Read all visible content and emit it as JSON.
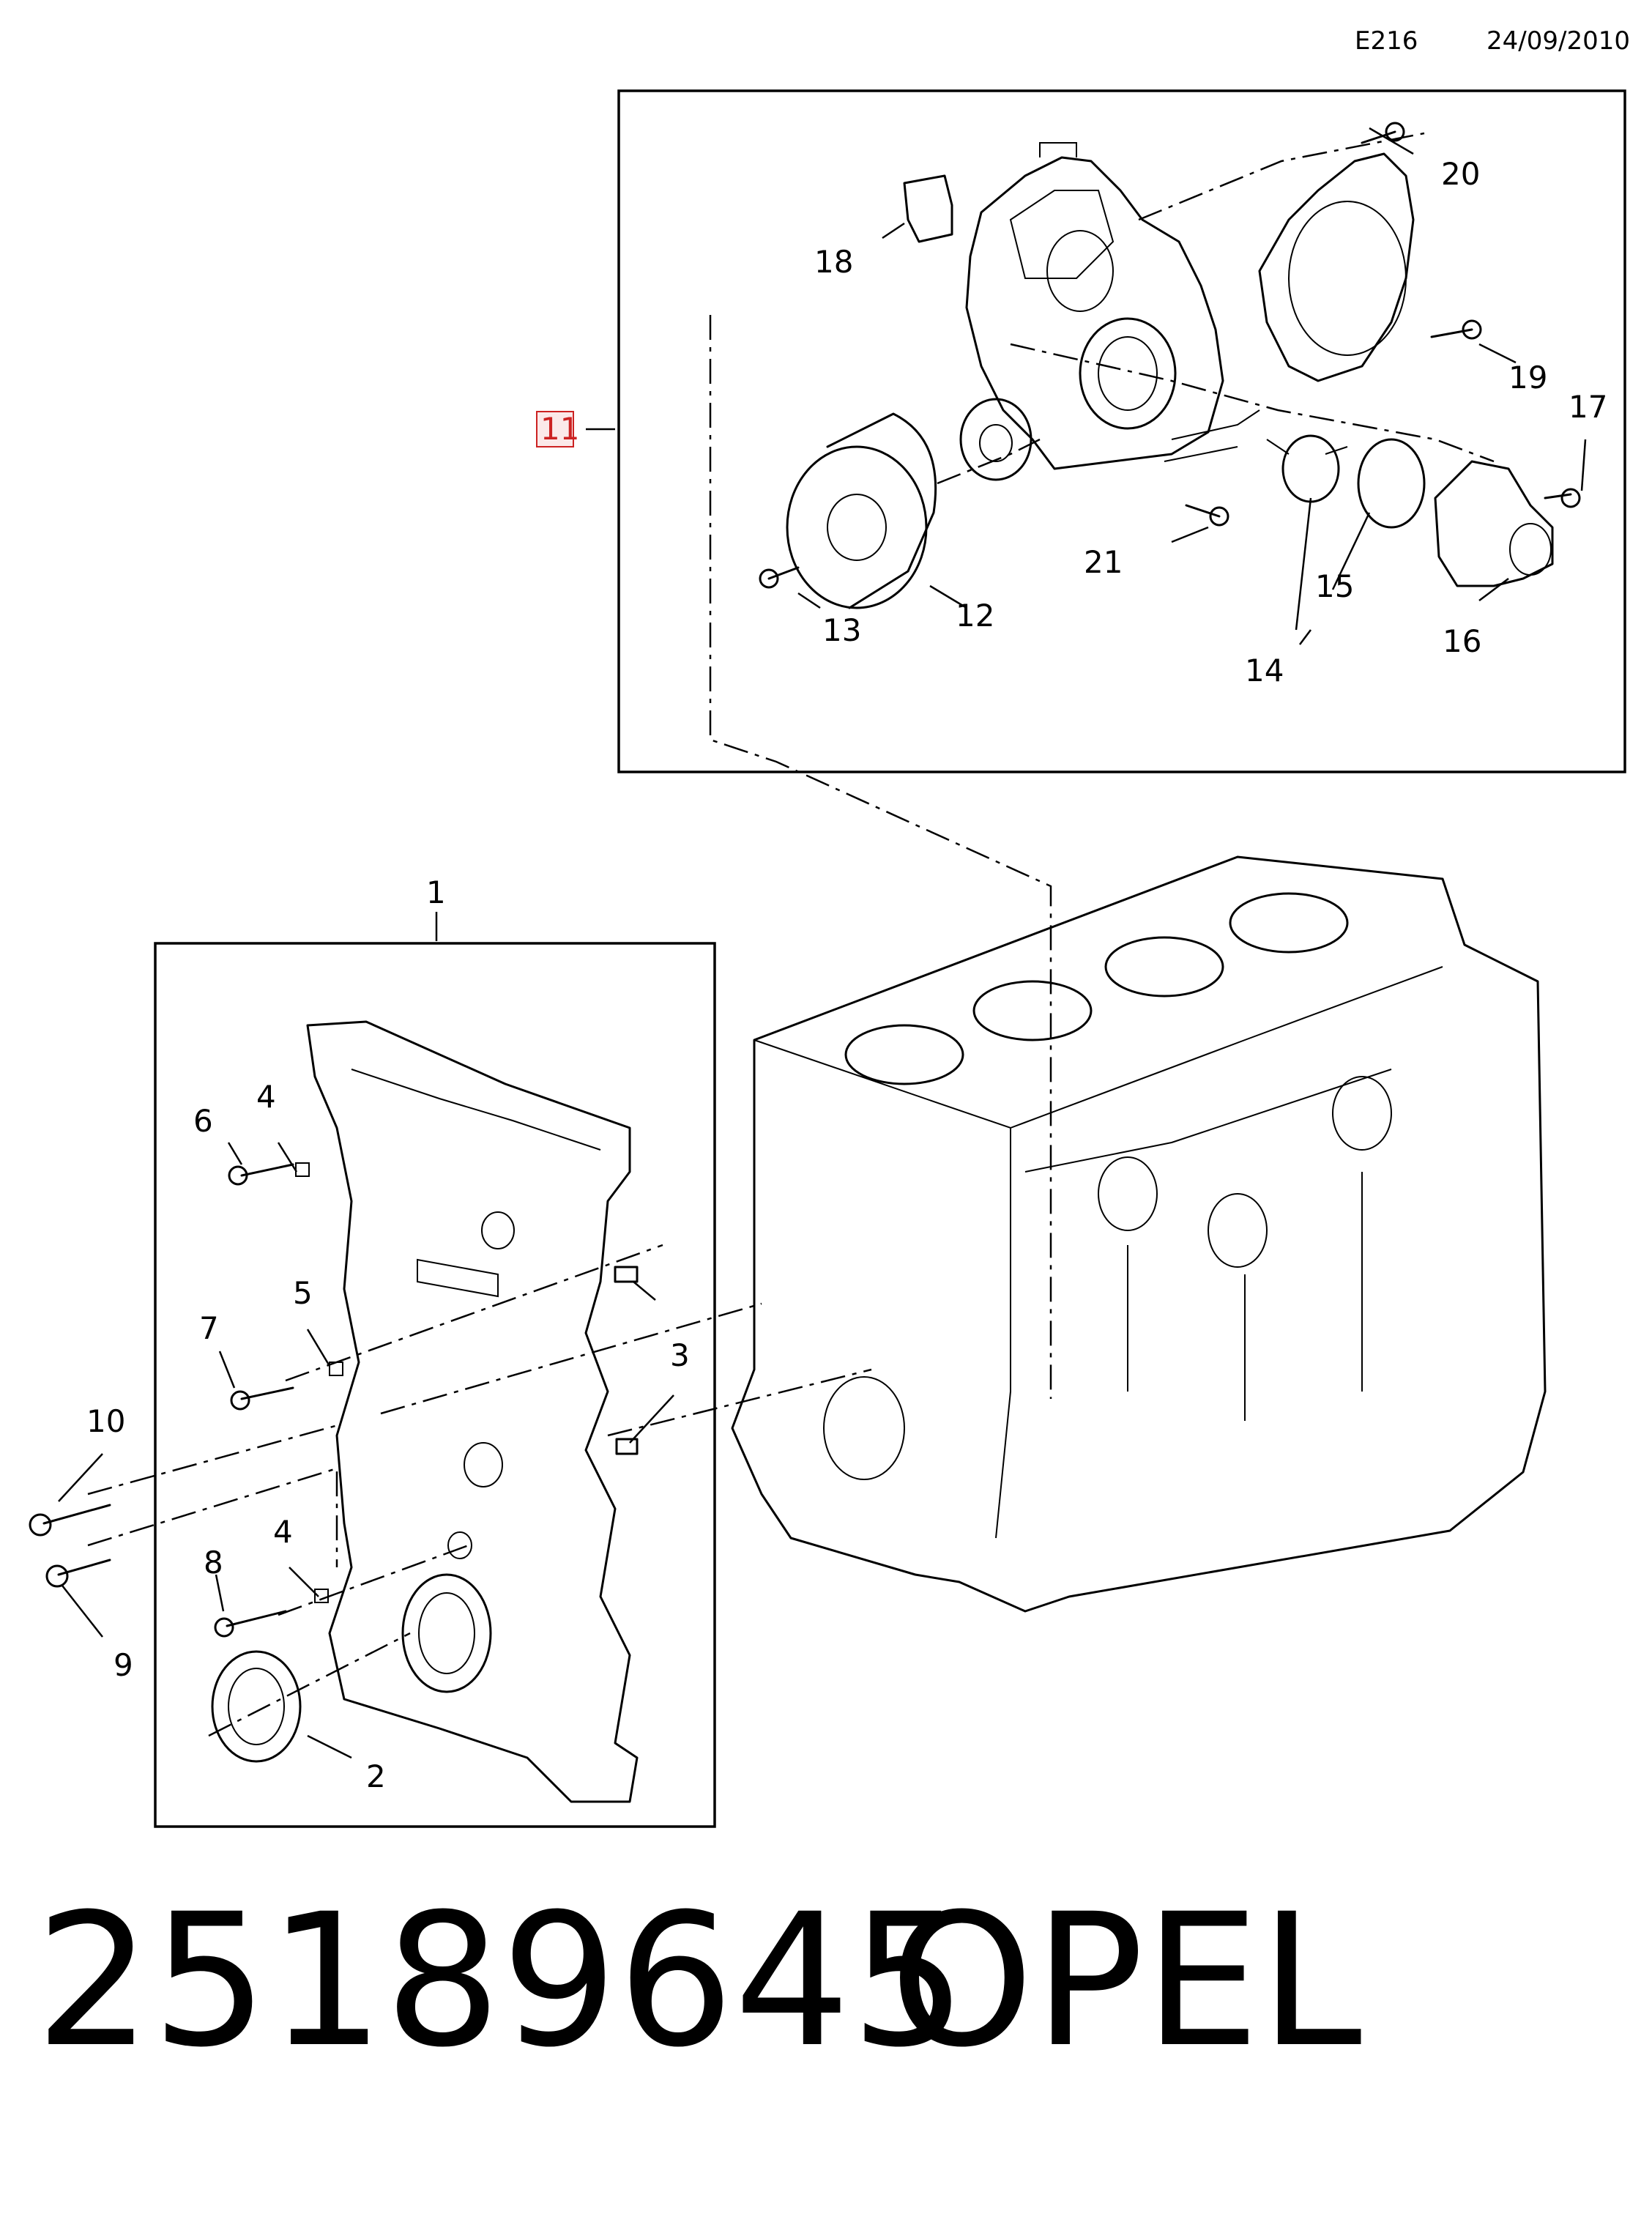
{
  "header": {
    "code": "E216",
    "date": "24/09/2010"
  },
  "callouts": {
    "c1": "1",
    "c2": "2",
    "c3": "3",
    "c4a": "4",
    "c4b": "4",
    "c5": "5",
    "c6": "6",
    "c7": "7",
    "c8": "8",
    "c9": "9",
    "c10": "10",
    "c11": "11",
    "c12": "12",
    "c13": "13",
    "c14": "14",
    "c15": "15",
    "c16": "16",
    "c17": "17",
    "c18": "18",
    "c19": "19",
    "c20": "20",
    "c21": "21"
  },
  "highlight_color": "#cc2222",
  "footer": {
    "part_number": "25189645",
    "brand": "OPEL"
  }
}
